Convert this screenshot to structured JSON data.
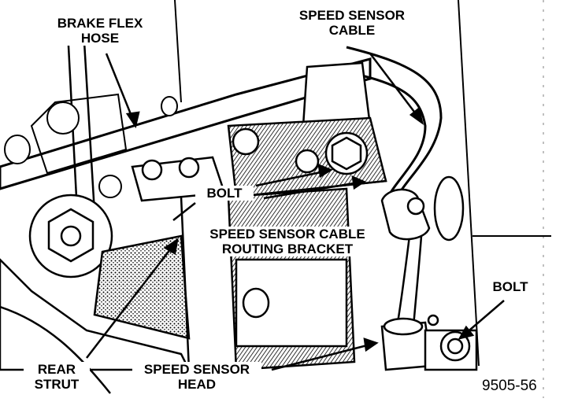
{
  "labels": {
    "brake_flex_hose": "BRAKE FLEX\nHOSE",
    "speed_sensor_cable": "SPEED SENSOR\nCABLE",
    "bolt_upper": "BOLT",
    "routing_bracket": "SPEED SENSOR CABLE\nROUTING BRACKET",
    "bolt_right": "BOLT",
    "rear_strut": "REAR\nSTRUT",
    "speed_sensor_head": "SPEED SENSOR\nHEAD"
  },
  "figure_number": "9505-56",
  "colors": {
    "ink": "#000000",
    "paper": "#ffffff"
  }
}
